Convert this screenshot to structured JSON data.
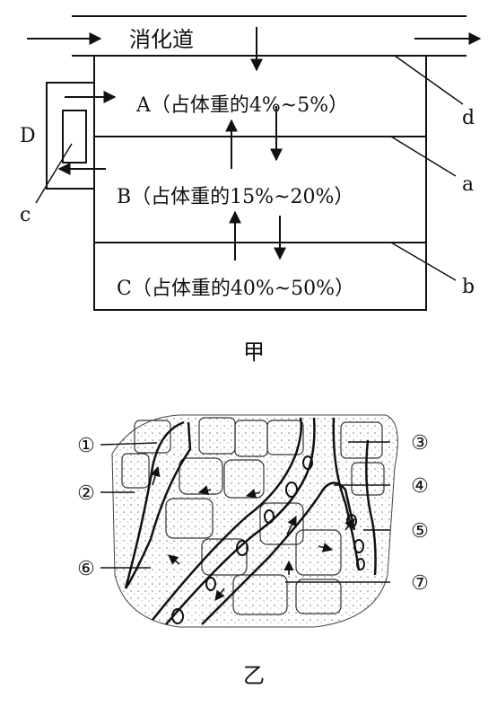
{
  "diagram_jia": {
    "digestive_tract": "消化道",
    "compartments": [
      {
        "label": "A（占体重的4%~5%）"
      },
      {
        "label": "B（占体重的15%~20%）"
      },
      {
        "label": "C（占体重的40%~50%）"
      }
    ],
    "side_labels": {
      "D": "D",
      "a": "a",
      "b": "b",
      "c": "c",
      "d": "d"
    },
    "caption": "甲"
  },
  "diagram_yi": {
    "markers": [
      "①",
      "②",
      "③",
      "④",
      "⑤",
      "⑥",
      "⑦"
    ],
    "caption": "乙"
  }
}
